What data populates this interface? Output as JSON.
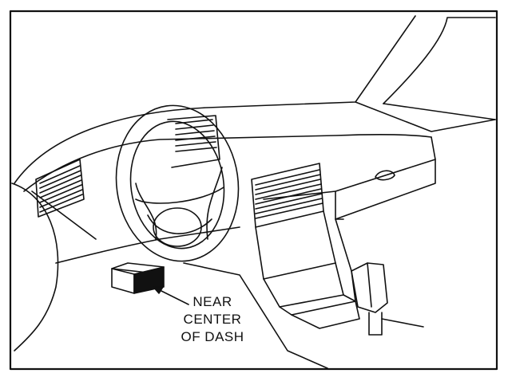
{
  "diagram": {
    "callout_lines": [
      "NEAR",
      "CENTER",
      "OF DASH"
    ]
  },
  "colors": {
    "ink": "#111111",
    "background": "#ffffff"
  }
}
